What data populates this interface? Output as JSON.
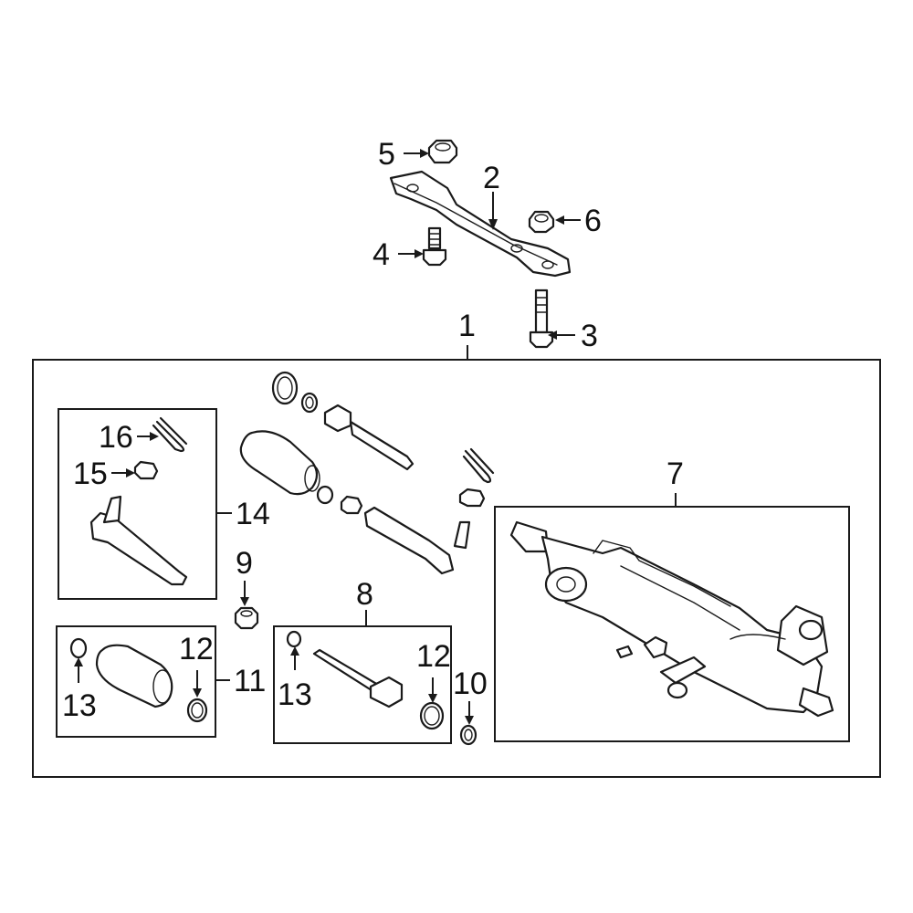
{
  "diagram": {
    "callouts": {
      "c1": "1",
      "c2": "2",
      "c3": "3",
      "c4": "4",
      "c5": "5",
      "c6": "6",
      "c7": "7",
      "c8": "8",
      "c9": "9",
      "c10": "10",
      "c11": "11",
      "c12a": "12",
      "c12b": "12",
      "c13a": "13",
      "c13b": "13",
      "c14": "14",
      "c15": "15",
      "c16": "16"
    }
  }
}
